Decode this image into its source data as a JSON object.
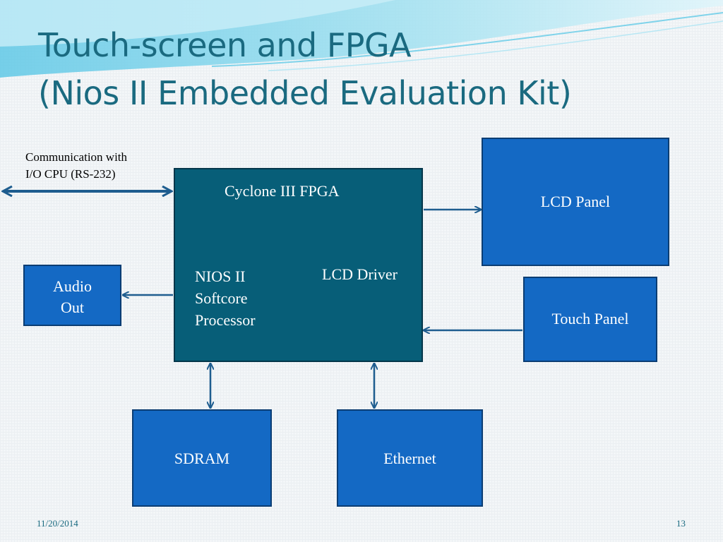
{
  "slide": {
    "title_line1": "Touch-screen and FPGA",
    "title_line2": "(Nios II Embedded Evaluation Kit)",
    "date": "11/20/2014",
    "page_number": "13"
  },
  "diagram": {
    "comm_label_line1": "Communication with",
    "comm_label_line2": "I/O CPU (RS-232)",
    "fpga_title": "Cyclone III FPGA",
    "nios_line1": "NIOS II",
    "nios_line2": "Softcore",
    "nios_line3": "Processor",
    "lcd_driver": "LCD Driver",
    "lcd_panel": "LCD Panel",
    "touch_panel": "Touch Panel",
    "audio_line1": "Audio",
    "audio_line2": "Out",
    "sdram": "SDRAM",
    "ethernet": "Ethernet"
  },
  "colors": {
    "box_fill": "#1469c4",
    "fpga_fill": "#075e78",
    "arrow": "#1e5d8f",
    "title": "#1a6a80"
  }
}
